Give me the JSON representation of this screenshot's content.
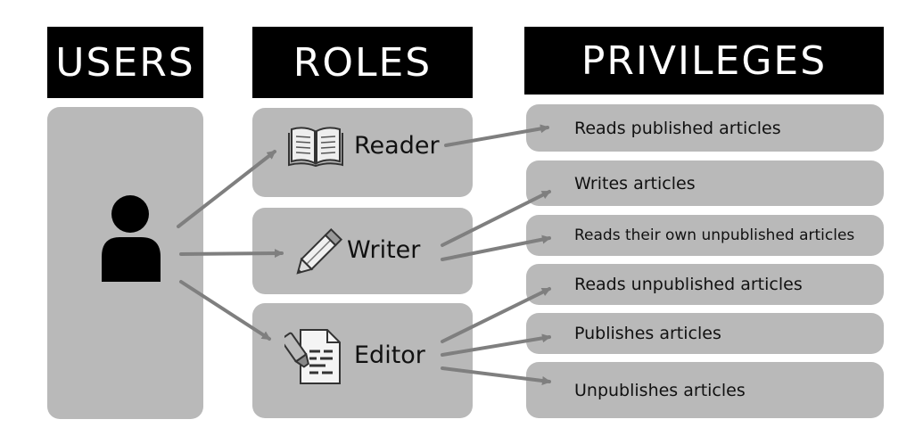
{
  "headers": {
    "users": "USERS",
    "roles": "ROLES",
    "privileges": "PRIVILEGES"
  },
  "roles": [
    {
      "label": "Reader",
      "icon": "book-icon"
    },
    {
      "label": "Writer",
      "icon": "pencil-icon"
    },
    {
      "label": "Editor",
      "icon": "document-edit-icon"
    }
  ],
  "privileges": [
    "Reads published articles",
    "Writes articles",
    "Reads their own unpublished articles",
    "Reads unpublished articles",
    "Publishes articles",
    "Unpublishes articles"
  ],
  "user_icon": "user-icon",
  "colors": {
    "header_bg": "#000000",
    "header_text": "#ffffff",
    "panel_bg": "#b9b9b9",
    "arrow": "#7f7f7f"
  }
}
